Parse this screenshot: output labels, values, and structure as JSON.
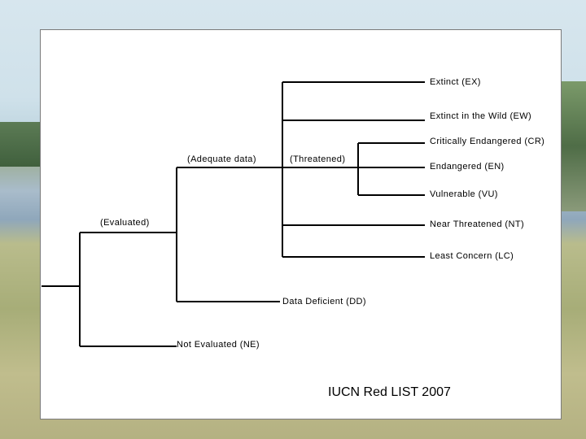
{
  "diagram": {
    "nodes": {
      "evaluated": "(Evaluated)",
      "adequate_data": "(Adequate data)",
      "threatened": "(Threatened)",
      "extinct": "Extinct (EX)",
      "extinct_wild": "Extinct in the Wild (EW)",
      "critically_endangered": "Critically Endangered (CR)",
      "endangered": "Endangered (EN)",
      "vulnerable": "Vulnerable (VU)",
      "near_threatened": "Near Threatened (NT)",
      "least_concern": "Least Concern (LC)",
      "data_deficient": "Data Deficient (DD)",
      "not_evaluated": "Not Evaluated (NE)"
    },
    "caption": "IUCN Red LIST 2007"
  }
}
